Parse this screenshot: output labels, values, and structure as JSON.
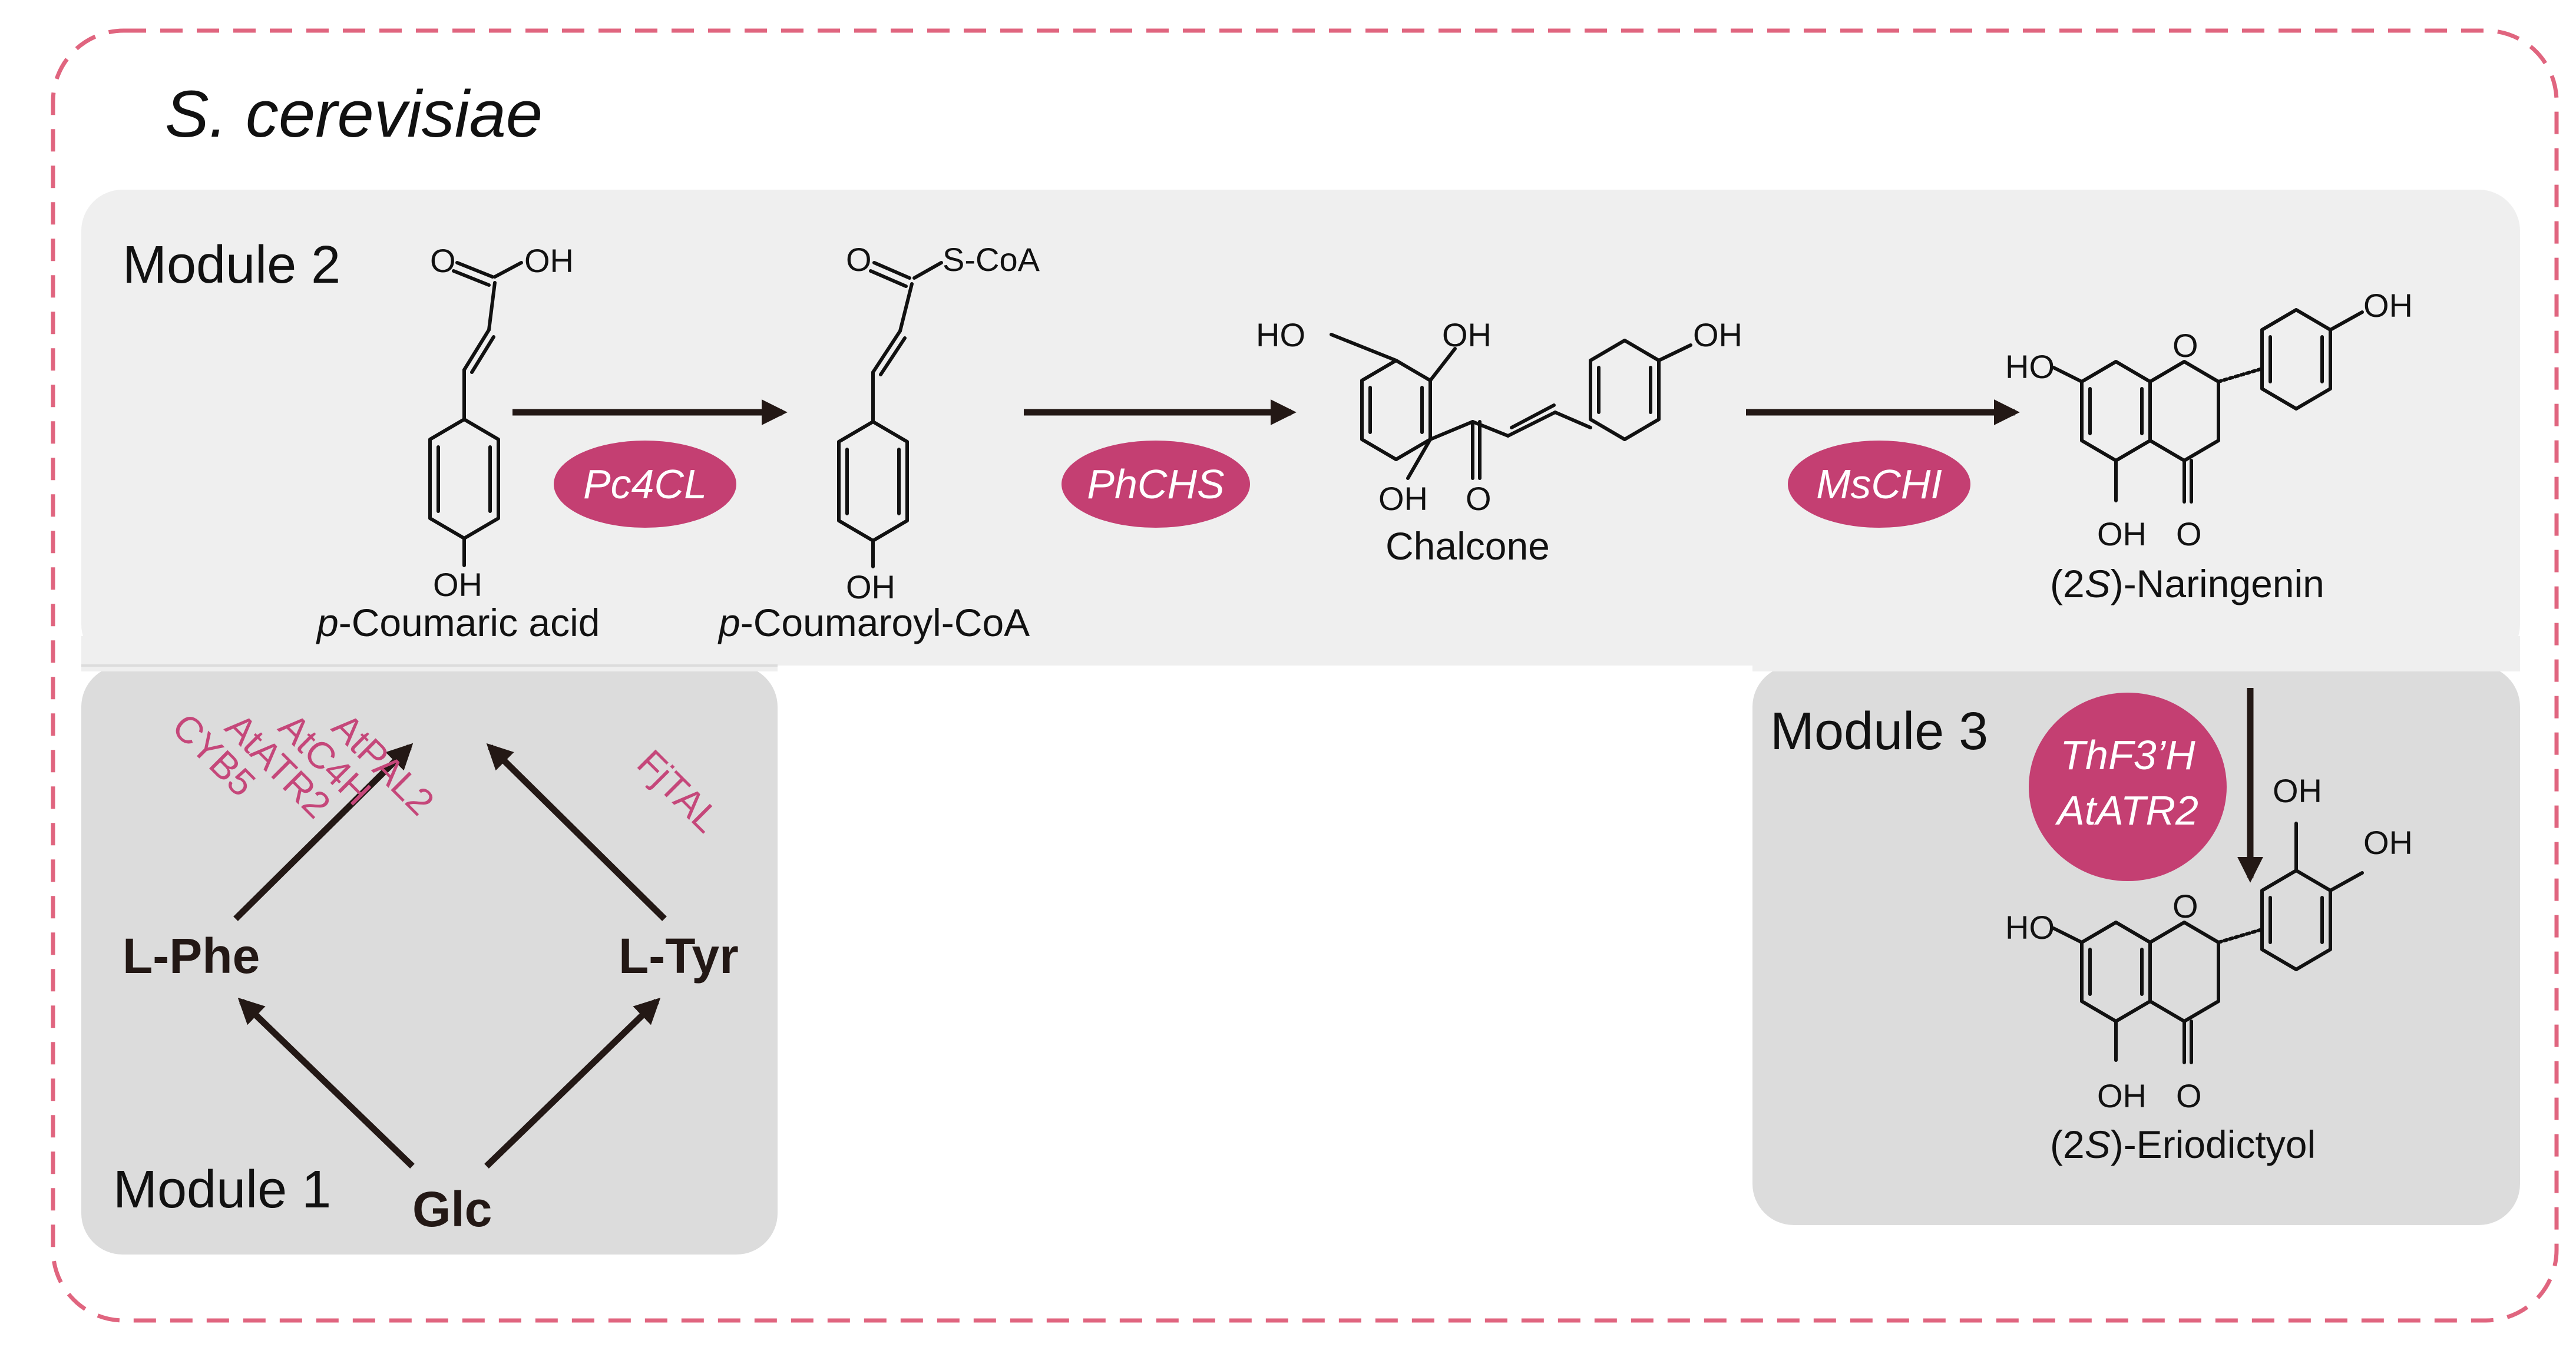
{
  "organism": "S. cerevisiae",
  "modules": {
    "m1": "Module 1",
    "m2": "Module 2",
    "m3": "Module 3"
  },
  "compounds": {
    "coumaric_prefix": "p",
    "coumaric_rest": "-Coumaric acid",
    "coumaroyl_prefix": "p",
    "coumaroyl_rest": "-Coumaroyl-CoA",
    "chalcone": "Chalcone",
    "naringenin_a": "(2",
    "naringenin_b": "S",
    "naringenin_c": ")-Naringenin",
    "eriodictyol_a": "(2",
    "eriodictyol_b": "S",
    "eriodictyol_c": ")-Eriodictyol"
  },
  "atoms": {
    "oh": "OH",
    "ho": "HO",
    "o": "O",
    "scoa": "S-CoA"
  },
  "enzymes": {
    "pc4cl": "Pc4CL",
    "phchs": "PhCHS",
    "mschi": "MsCHI",
    "thf3h": "ThF3’H",
    "atatr2": "AtATR2"
  },
  "module1": {
    "phe": "L-Phe",
    "tyr": "L-Tyr",
    "glc": "Glc",
    "phe_genes": [
      "AtPAL2",
      "AtC4H",
      "AtATR2",
      "CYB5"
    ],
    "tyr_gene": "FjTAL"
  },
  "colors": {
    "enzyme_fill": "#c43f72",
    "gene_text": "#c5477a",
    "dash_border": "#e0657f",
    "module2_bg": "#efefef",
    "module1_bg": "#dcdcdc",
    "module3_bg": "#dcdcdc",
    "arrow": "#231815"
  }
}
